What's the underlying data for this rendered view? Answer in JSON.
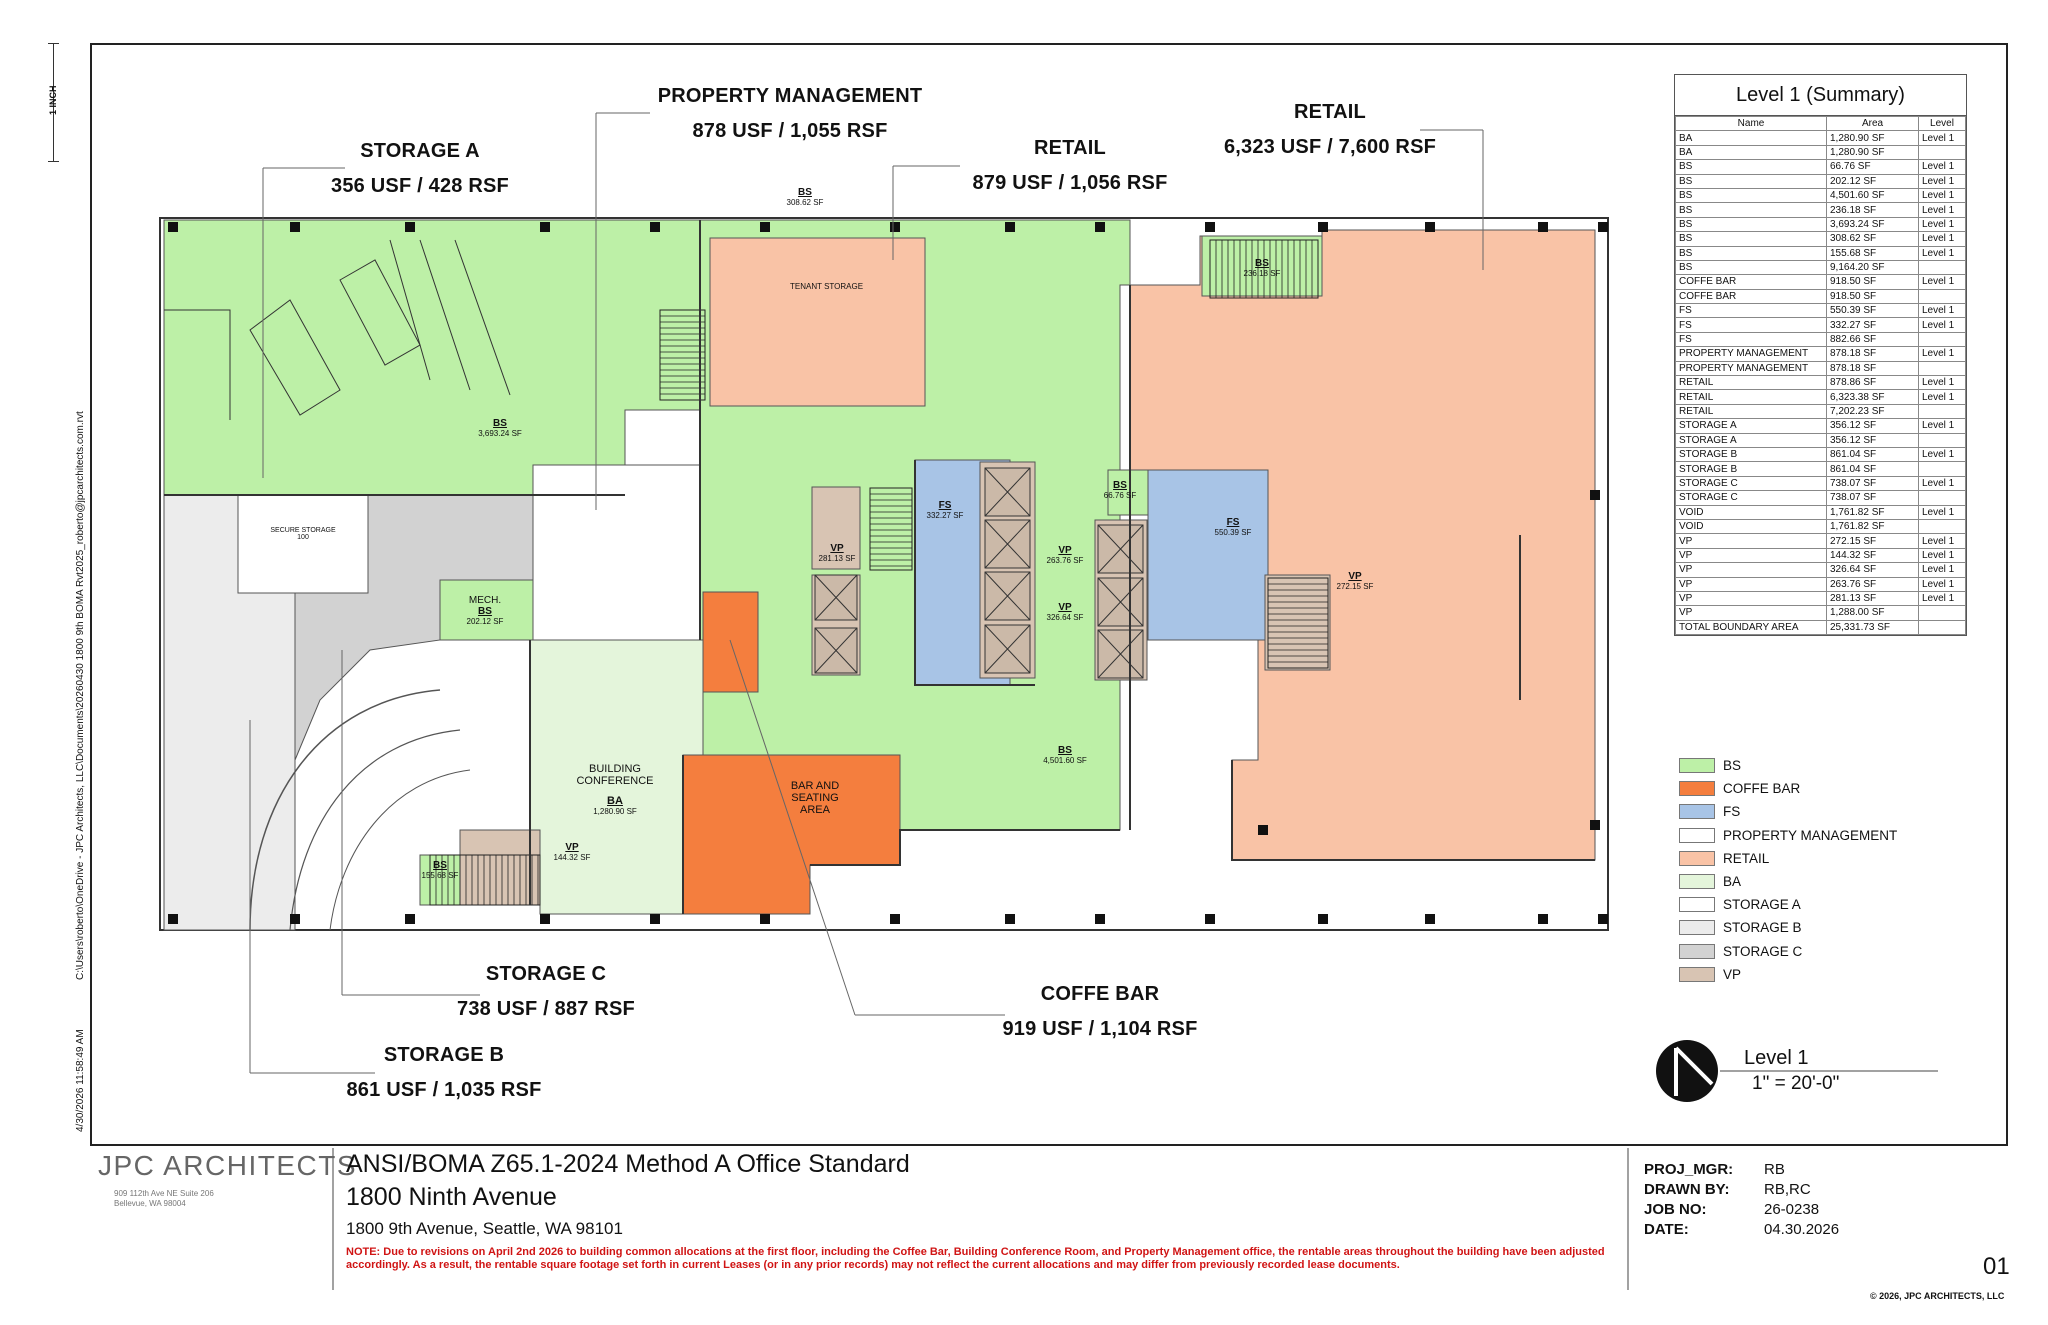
{
  "colors": {
    "BS": "#bdf0a7",
    "COFFE_BAR": "#f47e3e",
    "FS": "#a8c4e6",
    "PROPERTY_MANAGEMENT": "#ffffff",
    "RETAIL": "#f9c3a6",
    "BA": "#e4f5db",
    "STORAGE_A": "#ffffff",
    "STORAGE_B": "#ececec",
    "STORAGE_C": "#d2d2d2",
    "VP": "#d8c4b3",
    "note_red": "#d01414"
  },
  "margin_text": {
    "scale_mark": "1 INCH",
    "file_path": "C:\\Users\\roberto\\OneDrive - JPC Architects, LLC\\Documents\\20260430 1800 9th BOMA Rvt2025_roberto@jpcarchitects.com.rvt",
    "timestamp": "4/30/2026 11:58:49 AM"
  },
  "callouts": {
    "storage_a": {
      "name": "STORAGE A",
      "area": "356 USF / 428 RSF"
    },
    "property_management": {
      "name": "PROPERTY MANAGEMENT",
      "area": "878 USF / 1,055 RSF"
    },
    "retail_small": {
      "name": "RETAIL",
      "area": "879 USF / 1,056 RSF"
    },
    "retail_large": {
      "name": "RETAIL",
      "area": "6,323 USF / 7,600 RSF"
    },
    "storage_c": {
      "name": "STORAGE C",
      "area": "738 USF / 887 RSF"
    },
    "storage_b": {
      "name": "STORAGE B",
      "area": "861 USF / 1,035 RSF"
    },
    "coffe_bar": {
      "name": "COFFE BAR",
      "area": "919 USF / 1,104 RSF"
    }
  },
  "rooms": {
    "bs_main": {
      "code": "BS",
      "area": "3,693.24 SF"
    },
    "bs_top": {
      "code": "BS",
      "area": "308.62 SF"
    },
    "tenant_storage": "TENANT STORAGE",
    "secure_storage": "SECURE STORAGE",
    "secure_storage_num": "100",
    "mech": {
      "name": "MECH.",
      "code": "BS",
      "area": "202.12 SF"
    },
    "vp_left": {
      "code": "VP",
      "area": "281.13 SF"
    },
    "fs_left": {
      "code": "FS",
      "area": "332.27 SF"
    },
    "vp_center_1": {
      "code": "VP",
      "area": "263.76 SF"
    },
    "vp_center_2": {
      "code": "VP",
      "area": "326.64 SF"
    },
    "bs_small": {
      "code": "BS",
      "area": "66.76 SF"
    },
    "fs_right": {
      "code": "FS",
      "area": "550.39 SF"
    },
    "vp_right": {
      "code": "VP",
      "area": "272.15 SF"
    },
    "bs_stair_top": {
      "code": "BS",
      "area": "236.18 SF"
    },
    "bs_center": {
      "code": "BS",
      "area": "4,501.60 SF"
    },
    "conference": {
      "name1": "BUILDING",
      "name2": "CONFERENCE",
      "code": "BA",
      "area": "1,280.90 SF"
    },
    "bar_seating": {
      "l1": "BAR AND",
      "l2": "SEATING",
      "l3": "AREA"
    },
    "vp_bottom": {
      "code": "VP",
      "area": "144.32 SF"
    },
    "bs_bottom": {
      "code": "BS",
      "area": "155.68 SF"
    }
  },
  "summary": {
    "title": "Level 1 (Summary)",
    "headers": [
      "Name",
      "Area",
      "Level"
    ],
    "rows": [
      [
        "BA",
        "1,280.90 SF",
        "Level 1"
      ],
      [
        "BA",
        "1,280.90 SF",
        ""
      ],
      [
        "BS",
        "66.76 SF",
        "Level 1"
      ],
      [
        "BS",
        "202.12 SF",
        "Level 1"
      ],
      [
        "BS",
        "4,501.60 SF",
        "Level 1"
      ],
      [
        "BS",
        "236.18 SF",
        "Level 1"
      ],
      [
        "BS",
        "3,693.24 SF",
        "Level 1"
      ],
      [
        "BS",
        "308.62 SF",
        "Level 1"
      ],
      [
        "BS",
        "155.68 SF",
        "Level 1"
      ],
      [
        "BS",
        "9,164.20 SF",
        ""
      ],
      [
        "COFFE BAR",
        "918.50 SF",
        "Level 1"
      ],
      [
        "COFFE BAR",
        "918.50 SF",
        ""
      ],
      [
        "FS",
        "550.39 SF",
        "Level 1"
      ],
      [
        "FS",
        "332.27 SF",
        "Level 1"
      ],
      [
        "FS",
        "882.66 SF",
        ""
      ],
      [
        "PROPERTY MANAGEMENT",
        "878.18 SF",
        "Level 1"
      ],
      [
        "PROPERTY MANAGEMENT",
        "878.18 SF",
        ""
      ],
      [
        "RETAIL",
        "878.86 SF",
        "Level 1"
      ],
      [
        "RETAIL",
        "6,323.38 SF",
        "Level 1"
      ],
      [
        "RETAIL",
        "7,202.23 SF",
        ""
      ],
      [
        "STORAGE A",
        "356.12 SF",
        "Level 1"
      ],
      [
        "STORAGE A",
        "356.12 SF",
        ""
      ],
      [
        "STORAGE B",
        "861.04 SF",
        "Level 1"
      ],
      [
        "STORAGE B",
        "861.04 SF",
        ""
      ],
      [
        "STORAGE C",
        "738.07 SF",
        "Level 1"
      ],
      [
        "STORAGE C",
        "738.07 SF",
        ""
      ],
      [
        "VOID",
        "1,761.82 SF",
        "Level 1"
      ],
      [
        "VOID",
        "1,761.82 SF",
        ""
      ],
      [
        "VP",
        "272.15 SF",
        "Level 1"
      ],
      [
        "VP",
        "144.32 SF",
        "Level 1"
      ],
      [
        "VP",
        "326.64 SF",
        "Level 1"
      ],
      [
        "VP",
        "263.76 SF",
        "Level 1"
      ],
      [
        "VP",
        "281.13 SF",
        "Level 1"
      ],
      [
        "VP",
        "1,288.00 SF",
        ""
      ],
      [
        "TOTAL BOUNDARY AREA",
        "25,331.73 SF",
        ""
      ]
    ]
  },
  "legend": [
    {
      "label": "BS",
      "color": "#bdf0a7"
    },
    {
      "label": "COFFE BAR",
      "color": "#f47e3e"
    },
    {
      "label": "FS",
      "color": "#a8c4e6"
    },
    {
      "label": "PROPERTY MANAGEMENT",
      "color": "#ffffff"
    },
    {
      "label": "RETAIL",
      "color": "#f9c3a6"
    },
    {
      "label": "BA",
      "color": "#e4f5db"
    },
    {
      "label": "STORAGE A",
      "color": "#ffffff"
    },
    {
      "label": "STORAGE B",
      "color": "#ececec"
    },
    {
      "label": "STORAGE C",
      "color": "#d2d2d2"
    },
    {
      "label": "VP",
      "color": "#d8c4b3"
    }
  ],
  "view": {
    "name": "Level 1",
    "scale": "1\" = 20'-0\""
  },
  "title_block": {
    "firm": "JPC ARCHITECTS",
    "firm_address_1": "909 112th Ave NE  Suite 206",
    "firm_address_2": "Bellevue, WA 98004",
    "standard": "ANSI/BOMA Z65.1-2024 Method A Office Standard",
    "project": "1800 Ninth Avenue",
    "address": "1800 9th Avenue, Seattle, WA 98101",
    "note": "NOTE: Due to revisions on April 2nd 2026 to building common allocations at the first floor, including the Coffee Bar, Building Conference Room, and Property Management office, the rentable areas throughout the building have been adjusted accordingly. As a result, the rentable square footage set forth in current Leases (or in any prior records) may not reflect the current allocations and may differ from previously recorded lease documents.",
    "proj_mgr_label": "PROJ_MGR:",
    "proj_mgr": "RB",
    "drawn_by_label": "DRAWN BY:",
    "drawn_by": "RB,RC",
    "job_no_label": "JOB NO:",
    "job_no": "26-0238",
    "date_label": "DATE:",
    "date": "04.30.2026",
    "sheet_number": "01",
    "copyright": "© 2026, JPC ARCHITECTS, LLC"
  }
}
